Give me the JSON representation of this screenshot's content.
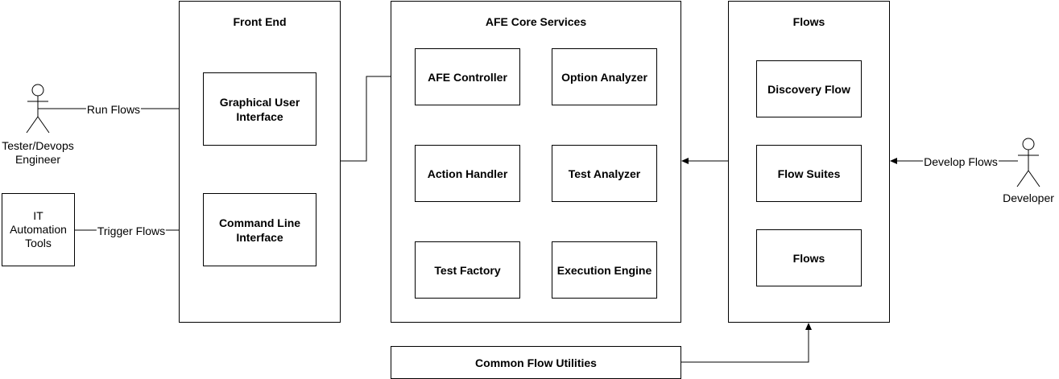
{
  "groups": {
    "front_end": "Front End",
    "core_services": "AFE Core Services",
    "flows": "Flows"
  },
  "front_end": {
    "gui": "Graphical User Interface",
    "cli": "Command Line Interface"
  },
  "core": {
    "afe_controller": "AFE Controller",
    "option_analyzer": "Option Analyzer",
    "action_handler": "Action Handler",
    "test_analyzer": "Test Analyzer",
    "test_factory": "Test Factory",
    "execution_engine": "Execution Engine"
  },
  "flows": {
    "discovery_flow": "Discovery Flow",
    "flow_suites": "Flow Suites",
    "flows_box": "Flows"
  },
  "external": {
    "tester": "Tester/Devops Engineer",
    "it_tools": "IT Automation Tools",
    "developer": "Developer",
    "common_utils": "Common Flow Utilities"
  },
  "edges": {
    "run_flows": "Run Flows",
    "trigger_flows": "Trigger Flows",
    "develop_flows": "Develop Flows"
  }
}
